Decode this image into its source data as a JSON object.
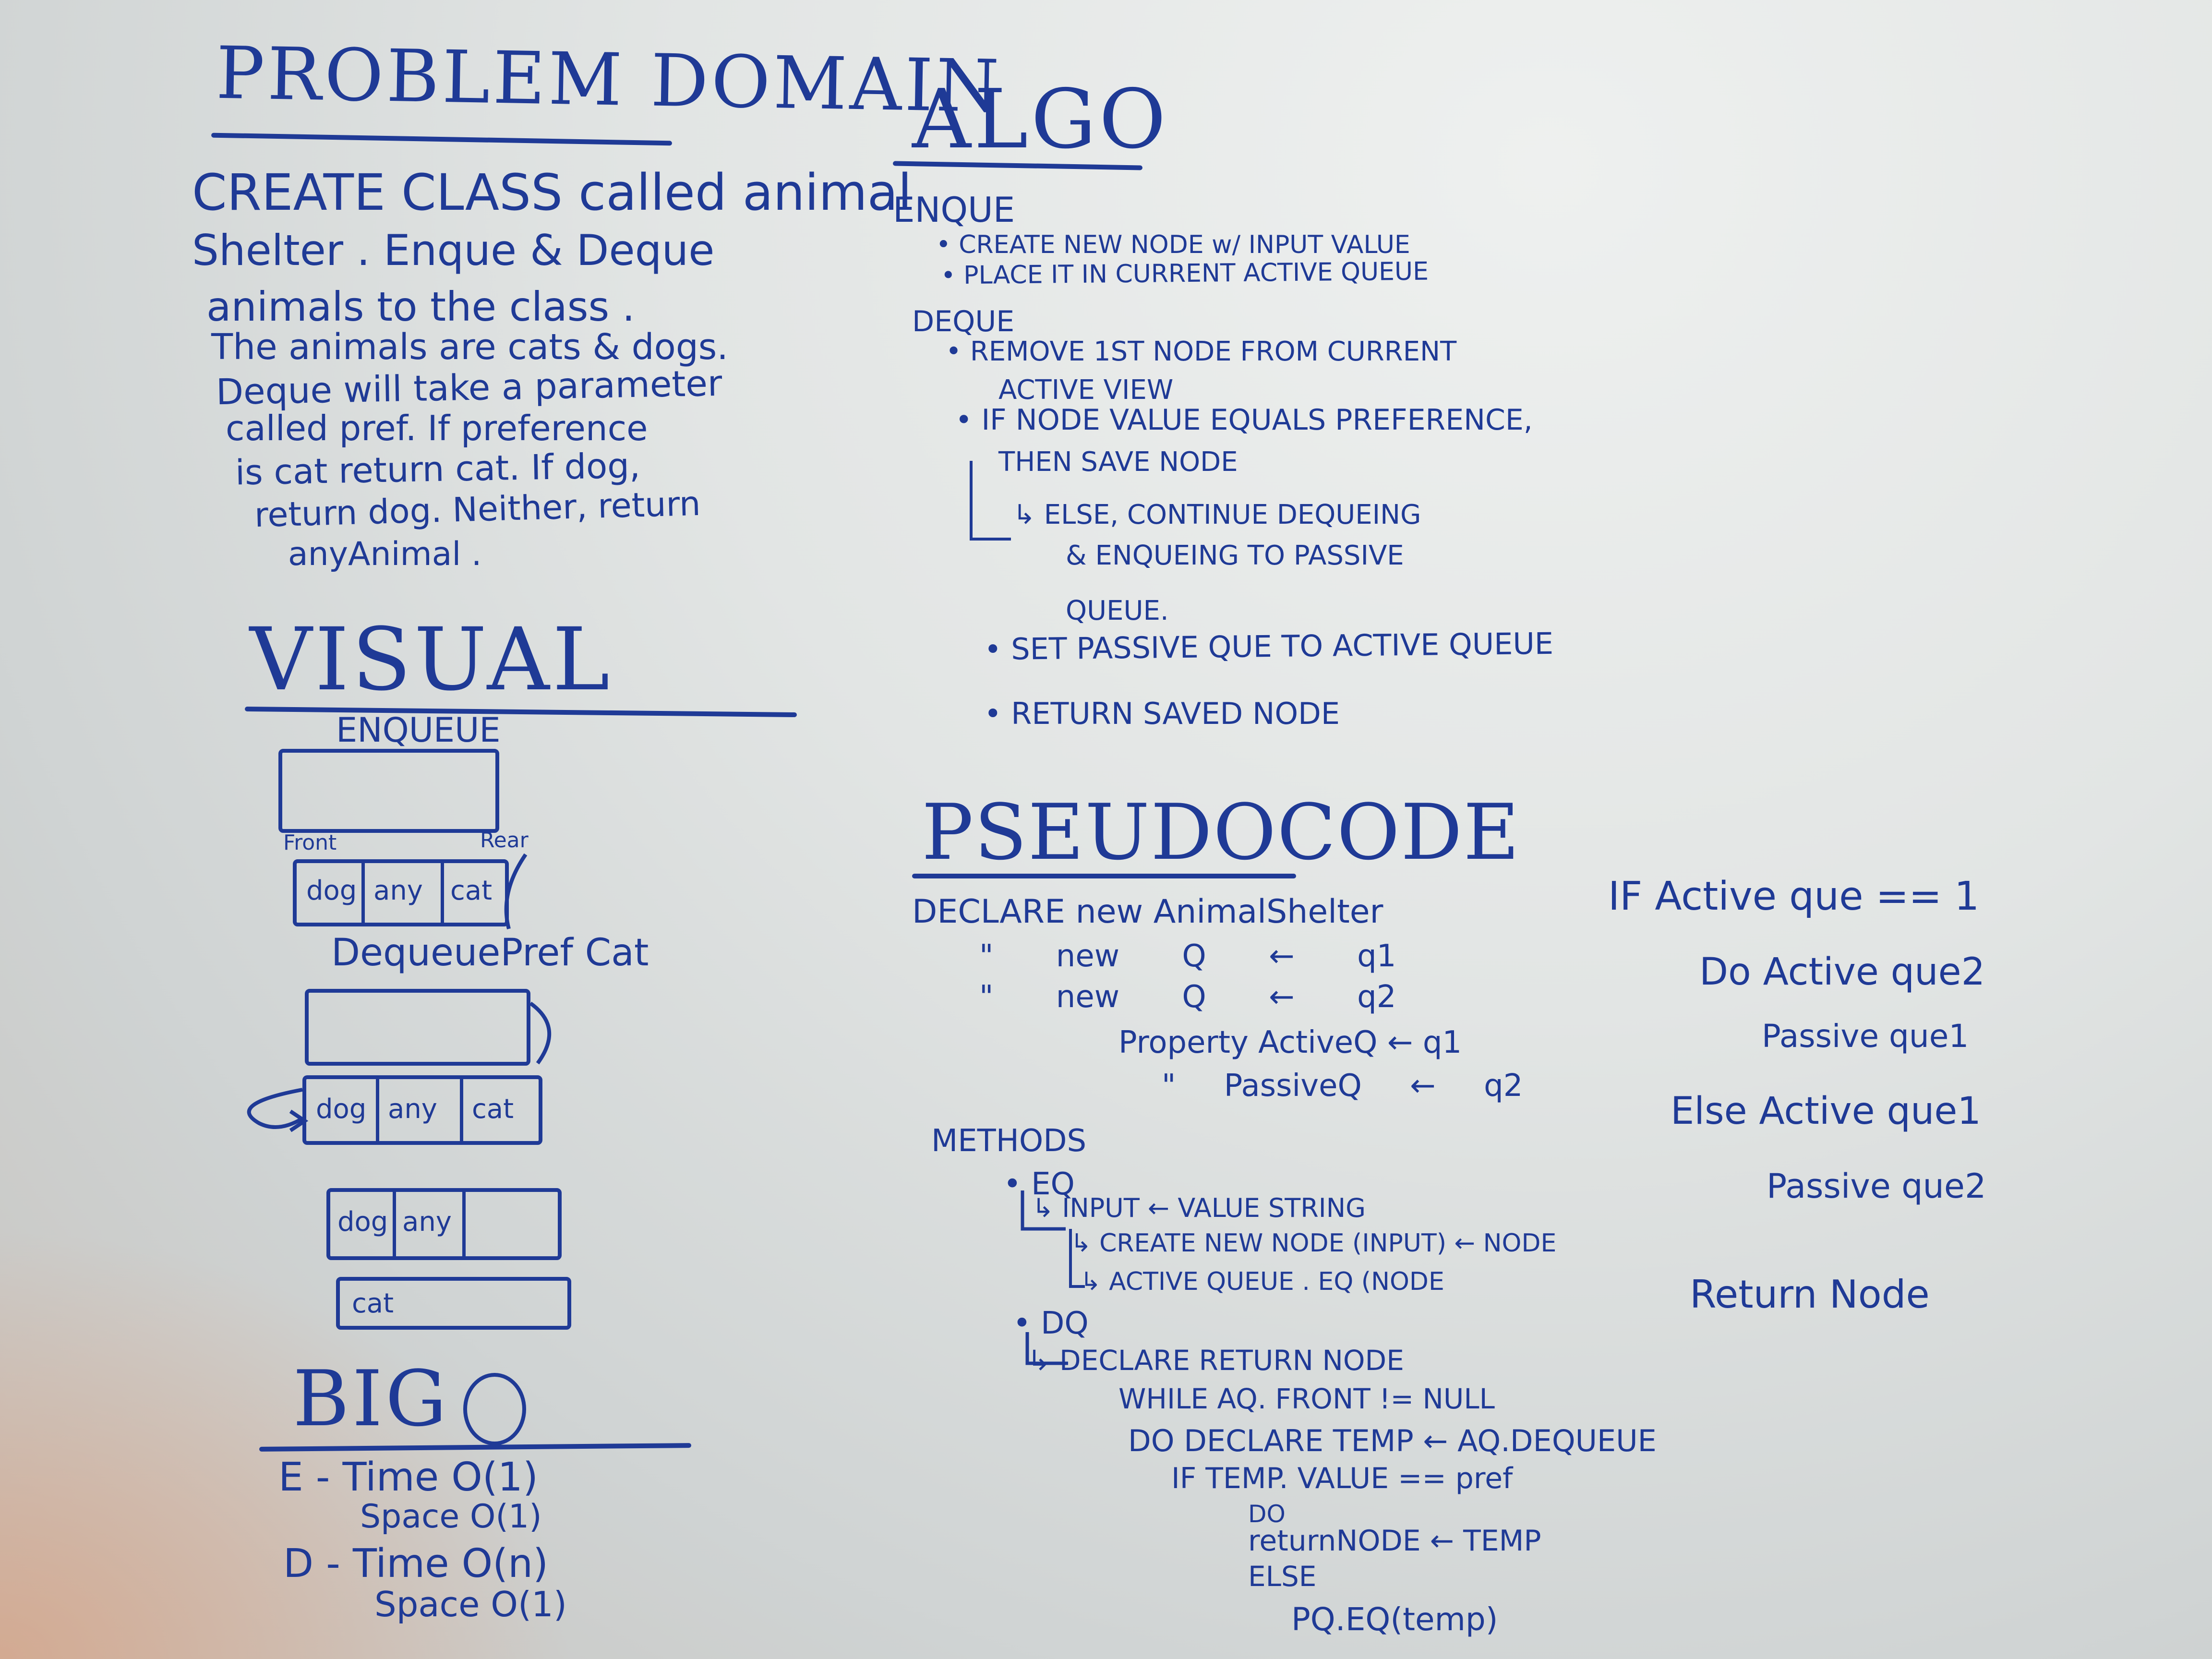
{
  "problem_domain": {
    "heading": "PROBLEM DOMAIN",
    "lines": [
      "CREATE CLASS called animal",
      "Shelter . Enque & Deque",
      "animals to the class .",
      "The animals are cats & dogs.",
      "Deque will take a parameter",
      "called pref. If preference",
      "is cat return cat. If dog,",
      "return dog. Neither, return",
      "anyAnimal ."
    ]
  },
  "visual": {
    "heading": "VISUAL",
    "enqueue_label": "ENQUEUE",
    "front_label": "Front",
    "rear_label": "Rear",
    "queue1_cells": [
      "dog",
      "any",
      "cat"
    ],
    "dequeue_label": "DequeuePref Cat",
    "queue2_cells": [
      "dog",
      "any",
      "cat"
    ],
    "queue3_cells": [
      "dog",
      "any"
    ],
    "queue4_cells": [
      "cat"
    ]
  },
  "big_o": {
    "heading": "BIG",
    "lines": [
      "E - Time O(1)",
      "Space O(1)",
      "D - Time O(n)",
      "Space O(1)"
    ]
  },
  "algo": {
    "heading": "ALGO",
    "enqueue_heading": "ENQUE",
    "enqueue_steps": [
      "• CREATE NEW NODE w/ INPUT VALUE",
      "• PLACE IT IN CURRENT ACTIVE QUEUE"
    ],
    "dequeue_heading": "DEQUE",
    "dequeue_steps": [
      "• REMOVE 1ST NODE FROM CURRENT",
      "ACTIVE VIEW",
      "• IF NODE VALUE EQUALS PREFERENCE,",
      "THEN SAVE NODE",
      "↳ ELSE, CONTINUE DEQUEING",
      "& ENQUEING TO PASSIVE",
      "QUEUE.",
      "• SET PASSIVE QUE TO ACTIVE QUEUE",
      "• RETURN SAVED NODE"
    ]
  },
  "pseudocode": {
    "heading": "PSEUDOCODE",
    "declarations": [
      "DECLARE new AnimalShelter",
      "\" new Q ← q1",
      "\" new Q ← q2",
      "Property ActiveQ ← q1",
      "\" PassiveQ ← q2"
    ],
    "methods_heading": "METHODS",
    "eq_label": "• EQ",
    "eq_steps": [
      "↳ INPUT ← VALUE STRING",
      "↳ CREATE NEW NODE (INPUT) ← NODE",
      "↳ ACTIVE QUEUE . EQ (NODE"
    ],
    "dq_label": "• DQ",
    "dq_steps": [
      "↳ DECLARE RETURN NODE",
      "WHILE AQ. FRONT != NULL",
      "DO DECLARE TEMP ← AQ.DEQUEUE",
      "IF TEMP. VALUE == pref",
      "DO",
      "returnNODE ← TEMP",
      "ELSE",
      "PQ.EQ(temp)"
    ]
  },
  "side_note": {
    "lines": [
      "IF Active que == 1",
      "Do Active que2",
      "Passive que1",
      "Else Active que1",
      "Passive que2",
      "Return Node"
    ]
  }
}
